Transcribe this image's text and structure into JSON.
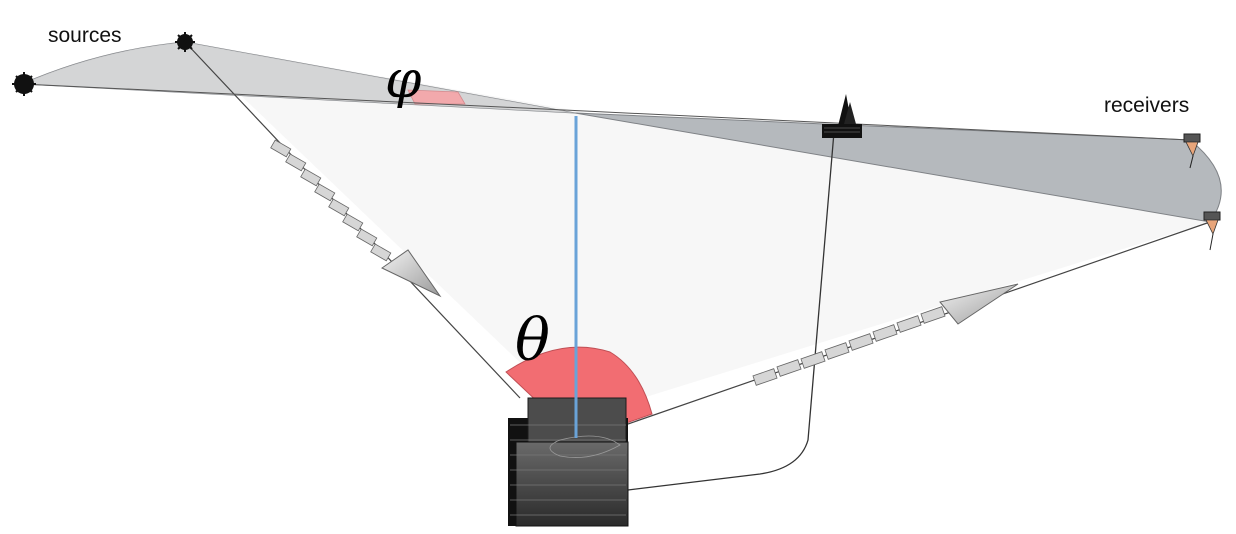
{
  "labels": {
    "sources": "sources",
    "receivers": "receivers",
    "theta": "θ",
    "phi": "φ"
  },
  "colors": {
    "angle_fill": "#f26d72",
    "phi_fill": "#f2a9ac",
    "normal_line": "#6aa3d8",
    "wedge_dark": "#b5b9bd",
    "wedge_light": "#dcdcdc",
    "plane_fill": "#f6f6f6",
    "ray_line": "#333333",
    "sample_block": "#3a3a3a"
  },
  "icons": [
    "source-icon",
    "receiver-icon",
    "sample-block-icon",
    "tower-icon",
    "arrow-icon"
  ]
}
